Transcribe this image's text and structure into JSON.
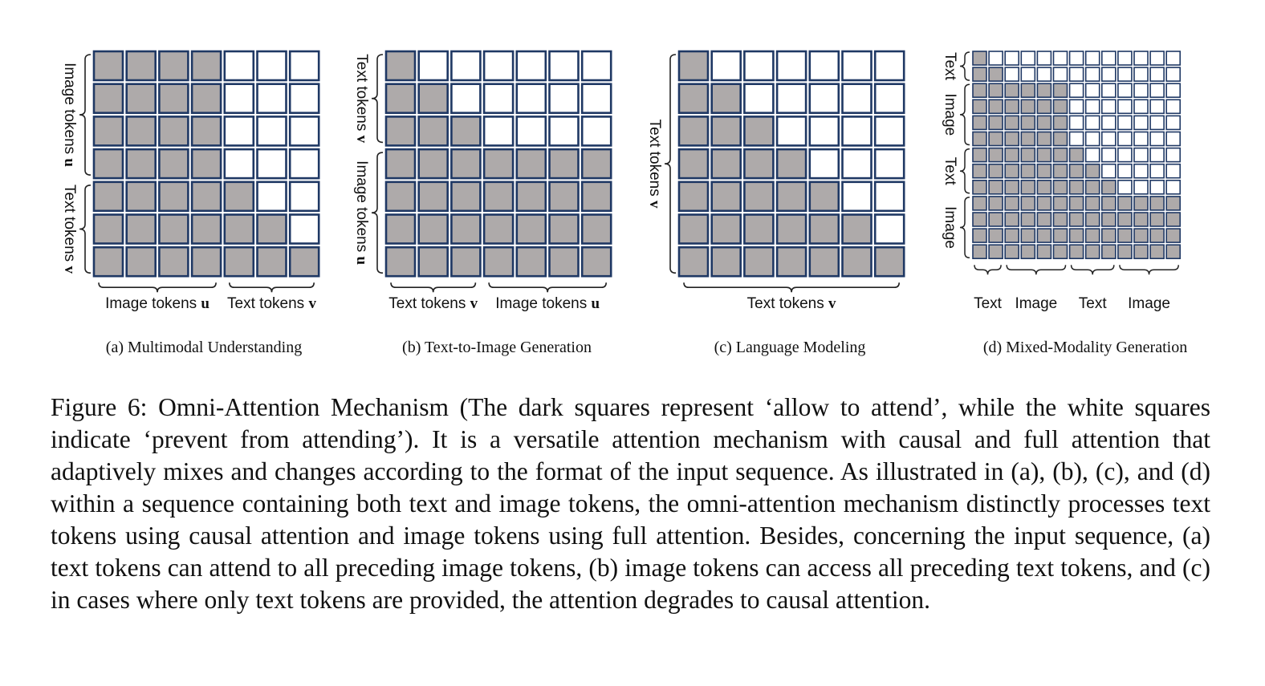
{
  "panels": [
    {
      "id": "a",
      "subcaption": "(a) Multimodal Understanding",
      "matrix": [
        [
          1,
          1,
          1,
          1,
          0,
          0,
          0
        ],
        [
          1,
          1,
          1,
          1,
          0,
          0,
          0
        ],
        [
          1,
          1,
          1,
          1,
          0,
          0,
          0
        ],
        [
          1,
          1,
          1,
          1,
          0,
          0,
          0
        ],
        [
          1,
          1,
          1,
          1,
          1,
          0,
          0
        ],
        [
          1,
          1,
          1,
          1,
          1,
          1,
          0
        ],
        [
          1,
          1,
          1,
          1,
          1,
          1,
          1
        ]
      ],
      "row_groups": [
        {
          "label": "Image tokens",
          "sym": "u",
          "start": 0,
          "end": 3
        },
        {
          "label": "Text tokens",
          "sym": "v",
          "start": 4,
          "end": 6
        }
      ],
      "col_groups": [
        {
          "label": "Image tokens",
          "sym": "u",
          "start": 0,
          "end": 3
        },
        {
          "label": "Text tokens",
          "sym": "v",
          "start": 4,
          "end": 6
        }
      ]
    },
    {
      "id": "b",
      "subcaption": "(b) Text-to-Image Generation",
      "matrix": [
        [
          1,
          0,
          0,
          0,
          0,
          0,
          0
        ],
        [
          1,
          1,
          0,
          0,
          0,
          0,
          0
        ],
        [
          1,
          1,
          1,
          0,
          0,
          0,
          0
        ],
        [
          1,
          1,
          1,
          1,
          1,
          1,
          1
        ],
        [
          1,
          1,
          1,
          1,
          1,
          1,
          1
        ],
        [
          1,
          1,
          1,
          1,
          1,
          1,
          1
        ],
        [
          1,
          1,
          1,
          1,
          1,
          1,
          1
        ]
      ],
      "row_groups": [
        {
          "label": "Text tokens",
          "sym": "v",
          "start": 0,
          "end": 2
        },
        {
          "label": "Image tokens",
          "sym": "u",
          "start": 3,
          "end": 6
        }
      ],
      "col_groups": [
        {
          "label": "Text tokens",
          "sym": "v",
          "start": 0,
          "end": 2
        },
        {
          "label": "Image tokens",
          "sym": "u",
          "start": 3,
          "end": 6
        }
      ]
    },
    {
      "id": "c",
      "subcaption": "(c) Language Modeling",
      "matrix": [
        [
          1,
          0,
          0,
          0,
          0,
          0,
          0
        ],
        [
          1,
          1,
          0,
          0,
          0,
          0,
          0
        ],
        [
          1,
          1,
          1,
          0,
          0,
          0,
          0
        ],
        [
          1,
          1,
          1,
          1,
          0,
          0,
          0
        ],
        [
          1,
          1,
          1,
          1,
          1,
          0,
          0
        ],
        [
          1,
          1,
          1,
          1,
          1,
          1,
          0
        ],
        [
          1,
          1,
          1,
          1,
          1,
          1,
          1
        ]
      ],
      "row_groups": [
        {
          "label": "Text tokens",
          "sym": "v",
          "start": 0,
          "end": 6
        }
      ],
      "col_groups": [
        {
          "label": "Text tokens",
          "sym": "v",
          "start": 0,
          "end": 6
        }
      ]
    },
    {
      "id": "d",
      "subcaption": "(d) Mixed-Modality Generation",
      "groups": [
        {
          "label": "Text",
          "type": "text",
          "size": 2
        },
        {
          "label": "Image",
          "type": "image",
          "size": 4
        },
        {
          "label": "Text",
          "type": "text",
          "size": 3
        },
        {
          "label": "Image",
          "type": "image",
          "size": 4
        }
      ]
    }
  ],
  "caption": "Figure 6: Omni-Attention Mechanism (The dark squares represent ‘allow to attend’, while the white squares indicate ‘prevent from attending’). It is a versatile attention mechanism with causal and full attention that adaptively mixes and changes according to the format of the input sequence. As illustrated in (a), (b), (c), and (d) within a sequence containing both text and image tokens, the omni-attention mechanism distinctly processes text tokens using causal attention and image tokens using full attention. Besides, concerning the input sequence, (a) text tokens can attend to all preceding image tokens, (b) image tokens can access all preceding text tokens, and (c) in cases where only text tokens are provided, the attention degrades to causal attention.",
  "colors": {
    "filled": "#aeaaaa",
    "empty": "#ffffff",
    "border": "#1f3864"
  }
}
